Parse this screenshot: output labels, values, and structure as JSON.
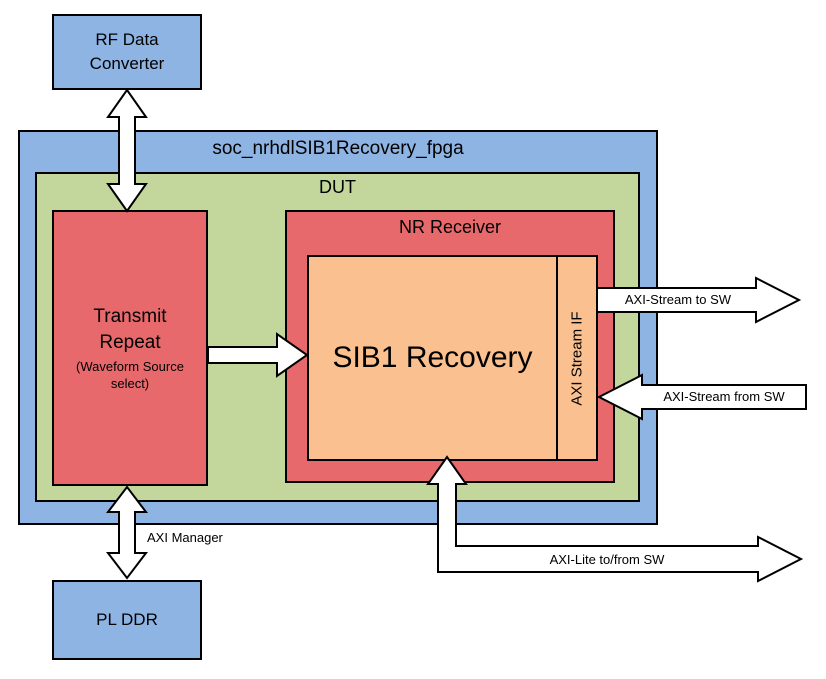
{
  "diagram": {
    "rf_data_converter": {
      "label": "RF Data Converter"
    },
    "pl_ddr": {
      "label": "PL DDR"
    },
    "fpga": {
      "title": "soc_nrhdlSIB1Recovery_fpga"
    },
    "dut": {
      "title": "DUT"
    },
    "transmit_repeat": {
      "title": "Transmit Repeat",
      "subtitle": "(Waveform Source select)"
    },
    "nr_receiver": {
      "title": "NR Receiver"
    },
    "sib1_recovery": {
      "label": "SIB1 Recovery"
    },
    "axi_stream_if": {
      "label": "AXI Stream IF"
    },
    "arrows": {
      "axi_stream_to_sw": {
        "label": "AXI-Stream to SW"
      },
      "axi_stream_from_sw": {
        "label": "AXI-Stream from SW"
      },
      "axi_manager": {
        "label": "AXI Manager"
      },
      "axi_lite": {
        "label": "AXI-Lite to/from SW"
      }
    },
    "colors": {
      "blue": "#8eb4e3",
      "green": "#c3d69b",
      "red": "#e8696b",
      "orange": "#fac090"
    }
  }
}
